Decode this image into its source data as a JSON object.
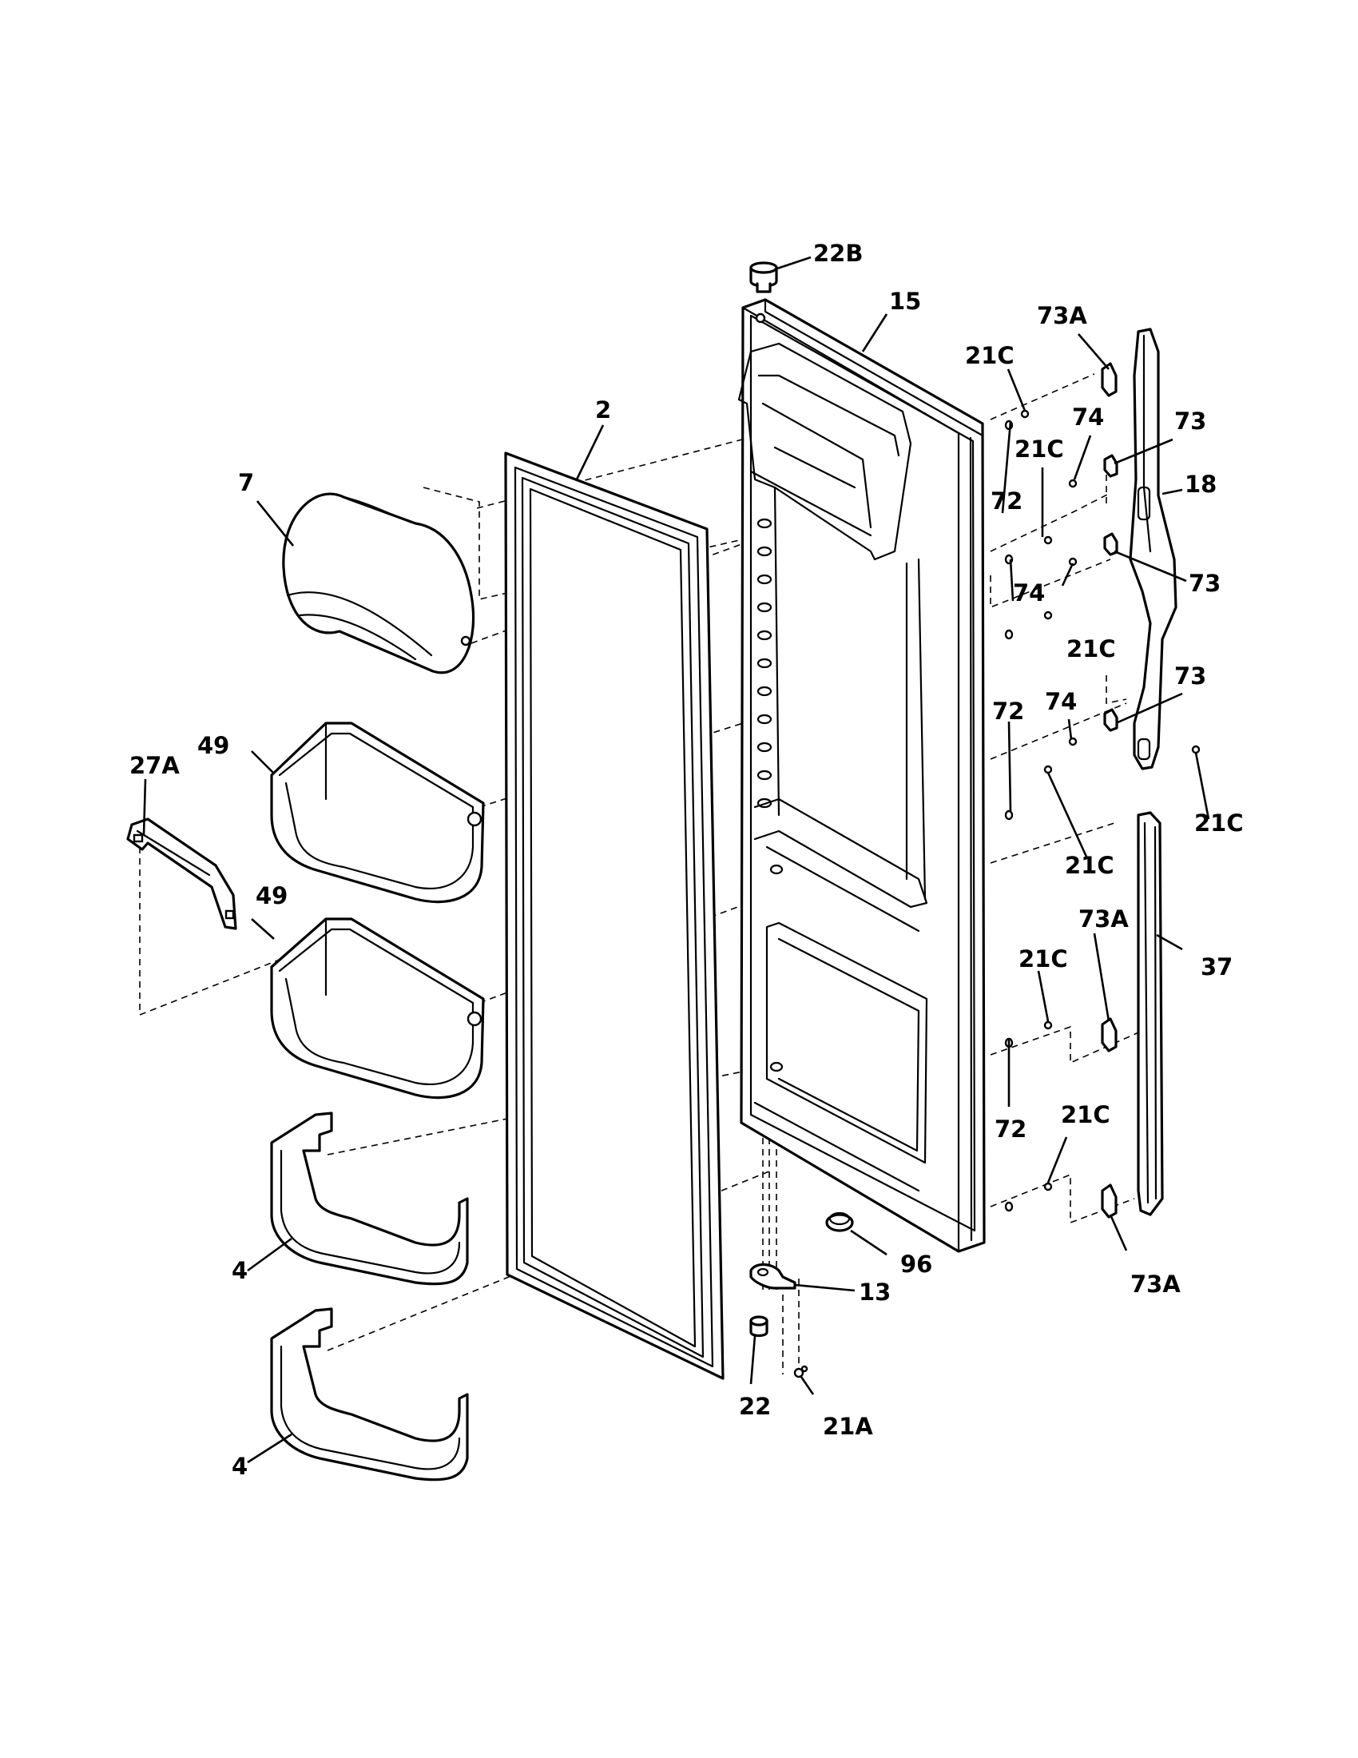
{
  "diagram": {
    "type": "exploded-parts-view",
    "callouts": {
      "p22B": "22B",
      "p15": "15",
      "p73A_top": "73A",
      "p21C_1": "21C",
      "p2": "2",
      "p74_1": "74",
      "p73_1": "73",
      "p21C_2": "21C",
      "p18": "18",
      "p7": "7",
      "p72_1": "72",
      "p74_2": "74",
      "p73_2": "73",
      "p21C_3": "21C",
      "p73_3": "73",
      "p74_3": "74",
      "p72_2": "72",
      "p49_1": "49",
      "p27A": "27A",
      "p21C_4": "21C",
      "p21C_5": "21C",
      "p49_2": "49",
      "p73A_mid": "73A",
      "p37": "37",
      "p21C_6": "21C",
      "p72_3": "72",
      "p21C_7": "21C",
      "p4_1": "4",
      "p96": "96",
      "p13": "13",
      "p73A_bot": "73A",
      "p22": "22",
      "p21A": "21A",
      "p4_2": "4"
    }
  }
}
